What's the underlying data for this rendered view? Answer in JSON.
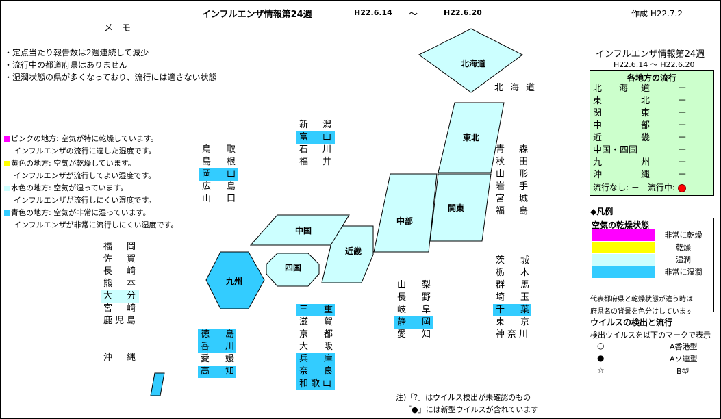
{
  "header": {
    "title": "インフルエンザ情報第24週",
    "date_from": "H22.6.14",
    "tilde": "～",
    "date_to": "H22.6.20",
    "created": "作成 H22.7.2"
  },
  "memo": {
    "title": "メ　モ",
    "lines": [
      "・定点当たり報告数は2週連続して減少",
      "・流行中の都道府県はありません",
      "・湿潤状態の県が多くなっており、流行には適さない状態"
    ]
  },
  "color_notes": [
    {
      "color": "#ff00ff",
      "line1": "ピンクの地方: 空気が特に乾燥しています。",
      "line2": "インフルエンザの流行に適した湿度です。"
    },
    {
      "color": "#ffff00",
      "line1": "黄色の地方: 空気が乾燥しています。",
      "line2": "インフルエンザが流行してよい湿度です。"
    },
    {
      "color": "#ccffff",
      "line1": "水色の地方: 空気が湿っています。",
      "line2": "インフルエンザが流行しにくい湿度です。"
    },
    {
      "color": "#33ccff",
      "line1": "青色の地方: 空気が非常に湿っています。",
      "line2": "インフルエンザが非常に流行しにくい湿度です。"
    }
  ],
  "regions": {
    "hokkaido": "北海道",
    "tohoku": "東北",
    "kanto": "関東",
    "chubu": "中部",
    "kinki": "近畿",
    "chugoku": "中国",
    "shikoku": "四国",
    "kyushu": "九州"
  },
  "prefectures": {
    "hokkaido_label": [
      "北",
      "海",
      "道"
    ],
    "hokuriku": [
      {
        "name": [
          "新",
          "潟"
        ],
        "status": "none"
      },
      {
        "name": [
          "富",
          "山"
        ],
        "status": "wet"
      },
      {
        "name": [
          "石",
          "川"
        ],
        "status": "none"
      },
      {
        "name": [
          "福",
          "井"
        ],
        "status": "none"
      }
    ],
    "chugoku": [
      {
        "name": [
          "鳥",
          "取"
        ],
        "status": "none"
      },
      {
        "name": [
          "島",
          "根"
        ],
        "status": "none"
      },
      {
        "name": [
          "岡",
          "山"
        ],
        "status": "wet"
      },
      {
        "name": [
          "広",
          "島"
        ],
        "status": "none"
      },
      {
        "name": [
          "山",
          "口"
        ],
        "status": "none"
      }
    ],
    "tohoku": [
      {
        "name": [
          "青",
          "森"
        ],
        "status": "none"
      },
      {
        "name": [
          "秋",
          "田"
        ],
        "status": "none"
      },
      {
        "name": [
          "山",
          "形"
        ],
        "status": "none"
      },
      {
        "name": [
          "岩",
          "手"
        ],
        "status": "none"
      },
      {
        "name": [
          "宮",
          "城"
        ],
        "status": "none"
      },
      {
        "name": [
          "福",
          "島"
        ],
        "status": "none"
      }
    ],
    "kyushu": [
      {
        "name": [
          "福",
          "岡"
        ],
        "status": "none"
      },
      {
        "name": [
          "佐",
          "賀"
        ],
        "status": "none"
      },
      {
        "name": [
          "長",
          "崎"
        ],
        "status": "none"
      },
      {
        "name": [
          "熊",
          "本"
        ],
        "status": "none"
      },
      {
        "name": [
          "大",
          "分"
        ],
        "status": "humid"
      },
      {
        "name": [
          "宮",
          "崎"
        ],
        "status": "none"
      },
      {
        "name": [
          "鹿児島"
        ],
        "status": "none"
      }
    ],
    "okinawa": {
      "name": [
        "沖",
        "縄"
      ],
      "status": "none"
    },
    "shikoku": [
      {
        "name": [
          "徳",
          "島"
        ],
        "status": "wet"
      },
      {
        "name": [
          "香",
          "川"
        ],
        "status": "wet"
      },
      {
        "name": [
          "愛",
          "媛"
        ],
        "status": "none"
      },
      {
        "name": [
          "高",
          "知"
        ],
        "status": "wet"
      }
    ],
    "kinki": [
      {
        "name": [
          "三",
          "重"
        ],
        "status": "wet"
      },
      {
        "name": [
          "滋",
          "賀"
        ],
        "status": "none"
      },
      {
        "name": [
          "京",
          "都"
        ],
        "status": "none"
      },
      {
        "name": [
          "大",
          "阪"
        ],
        "status": "none"
      },
      {
        "name": [
          "兵",
          "庫"
        ],
        "status": "wet"
      },
      {
        "name": [
          "奈",
          "良"
        ],
        "status": "wet"
      },
      {
        "name": [
          "和歌山"
        ],
        "status": "wet"
      }
    ],
    "chubu": [
      {
        "name": [
          "山",
          "梨"
        ],
        "status": "none"
      },
      {
        "name": [
          "長",
          "野"
        ],
        "status": "none"
      },
      {
        "name": [
          "岐",
          "阜"
        ],
        "status": "none"
      },
      {
        "name": [
          "静",
          "岡"
        ],
        "status": "wet"
      },
      {
        "name": [
          "愛",
          "知"
        ],
        "status": "none"
      }
    ],
    "kanto": [
      {
        "name": [
          "茨",
          "城"
        ],
        "status": "none"
      },
      {
        "name": [
          "栃",
          "木"
        ],
        "status": "none"
      },
      {
        "name": [
          "群",
          "馬"
        ],
        "status": "none"
      },
      {
        "name": [
          "埼",
          "玉"
        ],
        "status": "none"
      },
      {
        "name": [
          "千",
          "葉"
        ],
        "status": "wet"
      },
      {
        "name": [
          "東",
          "京"
        ],
        "status": "none"
      },
      {
        "name": [
          "神奈川"
        ],
        "status": "none"
      }
    ]
  },
  "side": {
    "title": "インフルエンザ情報第24週",
    "range": "H22.6.14 ～ H22.6.20",
    "panel_header": "各地方の流行",
    "rows": [
      {
        "name": [
          "北",
          "海",
          "道"
        ],
        "value": "－"
      },
      {
        "name": [
          "東",
          "北"
        ],
        "value": "－"
      },
      {
        "name": [
          "関",
          "東"
        ],
        "value": "－"
      },
      {
        "name": [
          "中",
          "部"
        ],
        "value": "－"
      },
      {
        "name": [
          "近",
          "畿"
        ],
        "value": "－"
      },
      {
        "name": [
          "中国・四国"
        ],
        "value": "－"
      },
      {
        "name": [
          "九",
          "州"
        ],
        "value": "－"
      },
      {
        "name": [
          "沖",
          "縄"
        ],
        "value": "－"
      }
    ],
    "status_line": "流行なし: －　流行中:",
    "legend_title": "◆凡例",
    "legend_subtitle": "空気の乾燥状態",
    "legend_items": [
      {
        "color": "#ff00ff",
        "label": "非常に乾燥"
      },
      {
        "color": "#ffff00",
        "label": "乾燥"
      },
      {
        "color": "#ccffff",
        "label": "湿潤"
      },
      {
        "color": "#33ccff",
        "label": "非常に湿潤"
      }
    ],
    "note1": "代表都府県と乾燥状態が違う時は",
    "note2": "府県名の背景を色分けしています",
    "virus_title": "ウイルスの検出と流行",
    "virus_sub": "検出ウイルスを以下のマークで表示",
    "virus_marks": [
      {
        "mark": "○",
        "label": "A香港型"
      },
      {
        "mark": "●",
        "label": "Aソ連型"
      },
      {
        "mark": "☆",
        "label": "B型"
      }
    ]
  },
  "footnote": {
    "line1": "注)「?」はウイルス検出が未確認のもの",
    "line2": "「●」には新型ウイルスが含れています"
  },
  "colors": {
    "wet": "#33ccff",
    "humid": "#ccffff",
    "active": "#ff0000",
    "panel": "#ccffcc"
  }
}
